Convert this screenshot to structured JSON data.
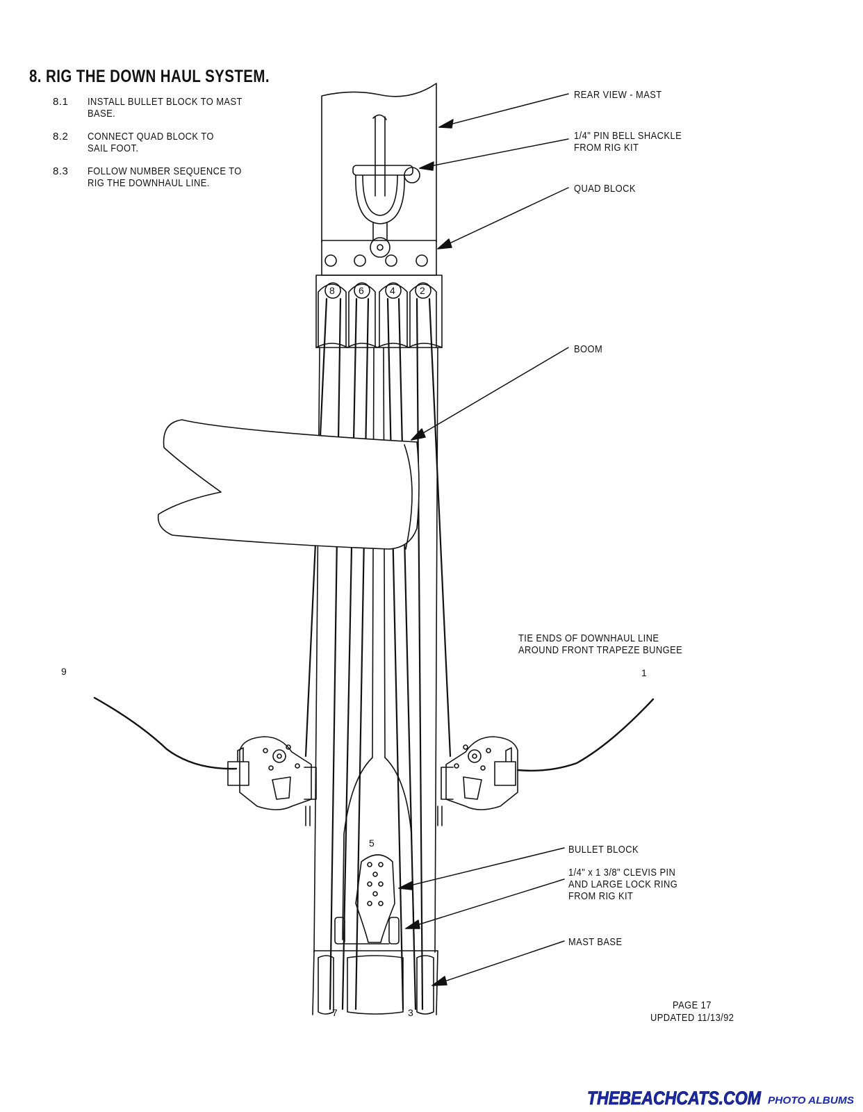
{
  "heading": "8. RIG THE DOWN HAUL SYSTEM.",
  "steps": [
    {
      "num": "8.1",
      "text": "INSTALL BULLET BLOCK TO MAST\nBASE."
    },
    {
      "num": "8.2",
      "text": "CONNECT QUAD BLOCK TO\nSAIL FOOT."
    },
    {
      "num": "8.3",
      "text": "FOLLOW NUMBER SEQUENCE TO\nRIG THE DOWNHAUL LINE."
    }
  ],
  "callouts": {
    "rear_view": "REAR VIEW - MAST",
    "pin_shackle": "1/4\" PIN BELL SHACKLE\nFROM RIG KIT",
    "quad_block": "QUAD BLOCK",
    "boom": "BOOM",
    "tie_ends": "TIE ENDS OF DOWNHAUL LINE\nAROUND FRONT TRAPEZE BUNGEE",
    "bullet_block": "BULLET BLOCK",
    "clevis_pin": "1/4\" x 1 3/8\" CLEVIS PIN\nAND LARGE LOCK RING\nFROM RIG KIT",
    "mast_base": "MAST BASE"
  },
  "sequence_numbers": {
    "n1": "1",
    "n2": "2",
    "n3": "3",
    "n4": "4",
    "n5": "5",
    "n6": "6",
    "n7": "7",
    "n8": "8",
    "n9": "9"
  },
  "footer": {
    "page": "PAGE 17",
    "updated": "UPDATED 11/13/92"
  },
  "watermark": {
    "site": "THEBEACHCATS.COM",
    "section": "PHOTO ALBUMS",
    "color": "#1a2aa8"
  }
}
